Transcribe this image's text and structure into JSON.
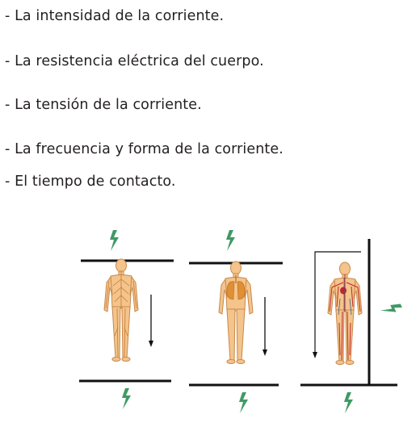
{
  "bullets": [
    "- La intensidad de la corriente.",
    "- La resistencia eléctrica del cuerpo.",
    "- La tensión de la corriente.",
    "- La frecuencia y forma de la corriente.",
    "- El tiempo de contacto."
  ],
  "colors": {
    "text": "#231f20",
    "skin": "#f3c48b",
    "skin_outline": "#c8894a",
    "nerve": "#c97a33",
    "lungs": "#e08f35",
    "blood": "#c0272d",
    "bolt": "#3f9a64",
    "line": "#111111"
  },
  "icons": [
    "lightning-bolt-icon",
    "human-figure-icon",
    "arrow-down-icon"
  ]
}
